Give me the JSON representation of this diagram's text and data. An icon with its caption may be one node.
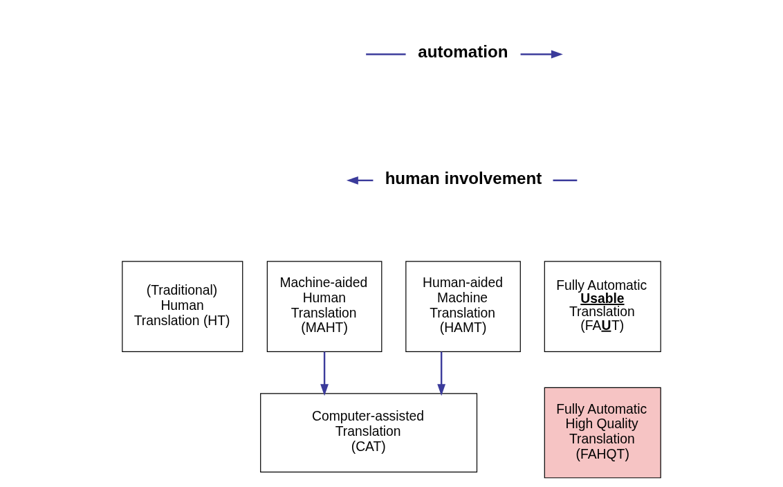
{
  "diagram": {
    "nodes": [
      {
        "text": [
          "(Traditional) Human Translation (HT)"
        ]
      },
      {
        "text": [
          "Machine-aided Human Translation (MAHT)"
        ]
      },
      {
        "text": [
          "Human-aided Machine Translation (HAMT)"
        ]
      },
      {
        "text": [
          "Fully Automatic **Usable** Translation (FA**U**T)"
        ]
      },
      {
        "text": [
          "Fully Automatic High Quality Translation (FAHQT)"
        ]
      },
      {
        "text": [
          "Computer-assisted Translation (CAT)"
        ]
      }
    ],
    "edges": [
      {
        "from": 1,
        "to": 5,
        "arrow": "to"
      },
      {
        "from": 2,
        "to": 5,
        "arrow": "to"
      }
    ],
    "labels": [
      "automation",
      "human involvement"
    ]
  }
}
